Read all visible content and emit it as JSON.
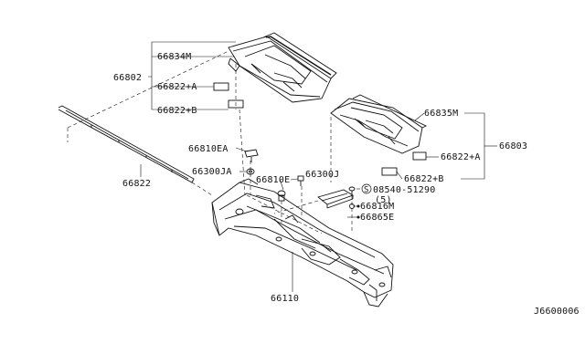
{
  "diagram": {
    "labels": {
      "p66834M": "66834M",
      "p66802": "66802",
      "p66822A_left": "66822+A",
      "p66822B_left": "66822+B",
      "p66822_strip": "66822",
      "p66835M": "66835M",
      "p66803": "66803",
      "p66822A_right": "66822+A",
      "p66822B_right": "66822+B",
      "p66810EA": "66810EA",
      "p66300JA": "66300JA",
      "p66810E": "66810E",
      "p66300J": "66300J",
      "p08540": "08540-51290",
      "p08540_qty": "(5)",
      "screw_symbol": "S",
      "p66816M": "66816M",
      "p66865E": "66865E",
      "p66110": "66110"
    },
    "diagram_code": "J6600006"
  }
}
